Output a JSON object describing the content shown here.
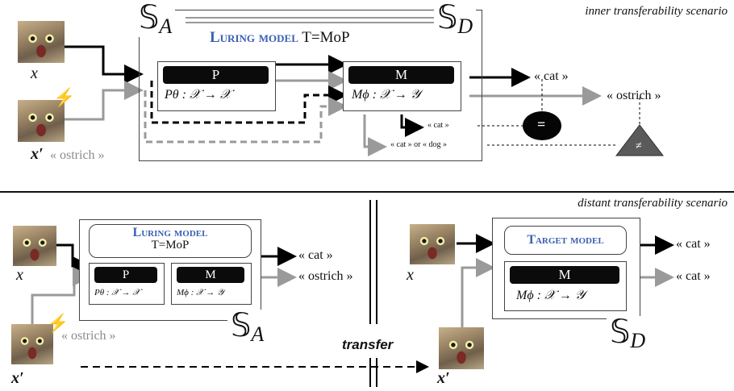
{
  "top": {
    "scenario": "inner transferability scenario",
    "sa": {
      "main": "𝕊",
      "sub": "A"
    },
    "sd": {
      "main": "𝕊",
      "sub": "D"
    },
    "luring_label": "Luring model",
    "luring_formula": "T=MoP",
    "p": {
      "label": "P",
      "formula": "Pθ : 𝒳 → 𝒳"
    },
    "m": {
      "label": "M",
      "formula": "Mϕ : 𝒳 → 𝒴"
    },
    "x_label": "x",
    "xp_label": "x′",
    "xp_caption": "« ostrich »",
    "out_cat": "« cat »",
    "out_ostrich": "« ostrich »",
    "small_cat": "« cat »",
    "small_catdog": "« cat » or « dog »",
    "equal": "=",
    "notequal": "≠"
  },
  "bottom": {
    "scenario": "distant transferability scenario",
    "luring_label": "Luring model",
    "luring_formula": "T=MoP",
    "p": {
      "label": "P",
      "formula": "Pθ : 𝒳 → 𝒳"
    },
    "m": {
      "label": "M",
      "formula": "Mϕ : 𝒳 → 𝒴"
    },
    "left_out_cat": "« cat »",
    "left_out_ostrich": "« ostrich »",
    "x_label": "x",
    "xp_label": "x′",
    "xp_caption": "« ostrich »",
    "sa": {
      "main": "𝕊",
      "sub": "A"
    },
    "sd": {
      "main": "𝕊",
      "sub": "D"
    },
    "transfer": "transfer",
    "target_label": "Target model",
    "tm": {
      "label": "M",
      "formula": "Mϕ : 𝒳 → 𝒴"
    },
    "right_x_label": "x",
    "right_xp_label": "x′",
    "right_out1": "« cat »",
    "right_out2": "« cat »"
  },
  "colors": {
    "accent": "#3b5fb3",
    "block": "#0b0b0b",
    "gray": "#9a9a9a",
    "bolt": "#e31b12"
  }
}
